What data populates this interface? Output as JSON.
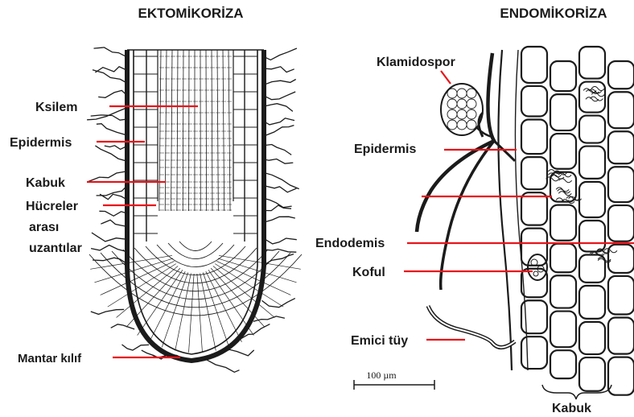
{
  "titles": {
    "left": "EKTOMİKORİZA",
    "right": "ENDOMİKORİZA"
  },
  "left_labels": {
    "ksilem": "Ksilem",
    "epidermis": "Epidermis",
    "kabuk": "Kabuk",
    "hucreler_1": "Hücreler",
    "hucreler_2": "arası",
    "hucreler_3": "uzantılar",
    "mantar_kilif": "Mantar kılıf"
  },
  "right_labels": {
    "klamidospor": "Klamidospor",
    "epidermis": "Epidermis",
    "endodemis": "Endodemis",
    "koful": "Koful",
    "emici_tuy": "Emici tüy",
    "kabuk": "Kabuk"
  },
  "scale_bar": {
    "label": "100 µm"
  },
  "colors": {
    "pointer": "#e8141b",
    "ink": "#1b1b1b",
    "text": "#1a1a1a",
    "background": "#ffffff"
  }
}
